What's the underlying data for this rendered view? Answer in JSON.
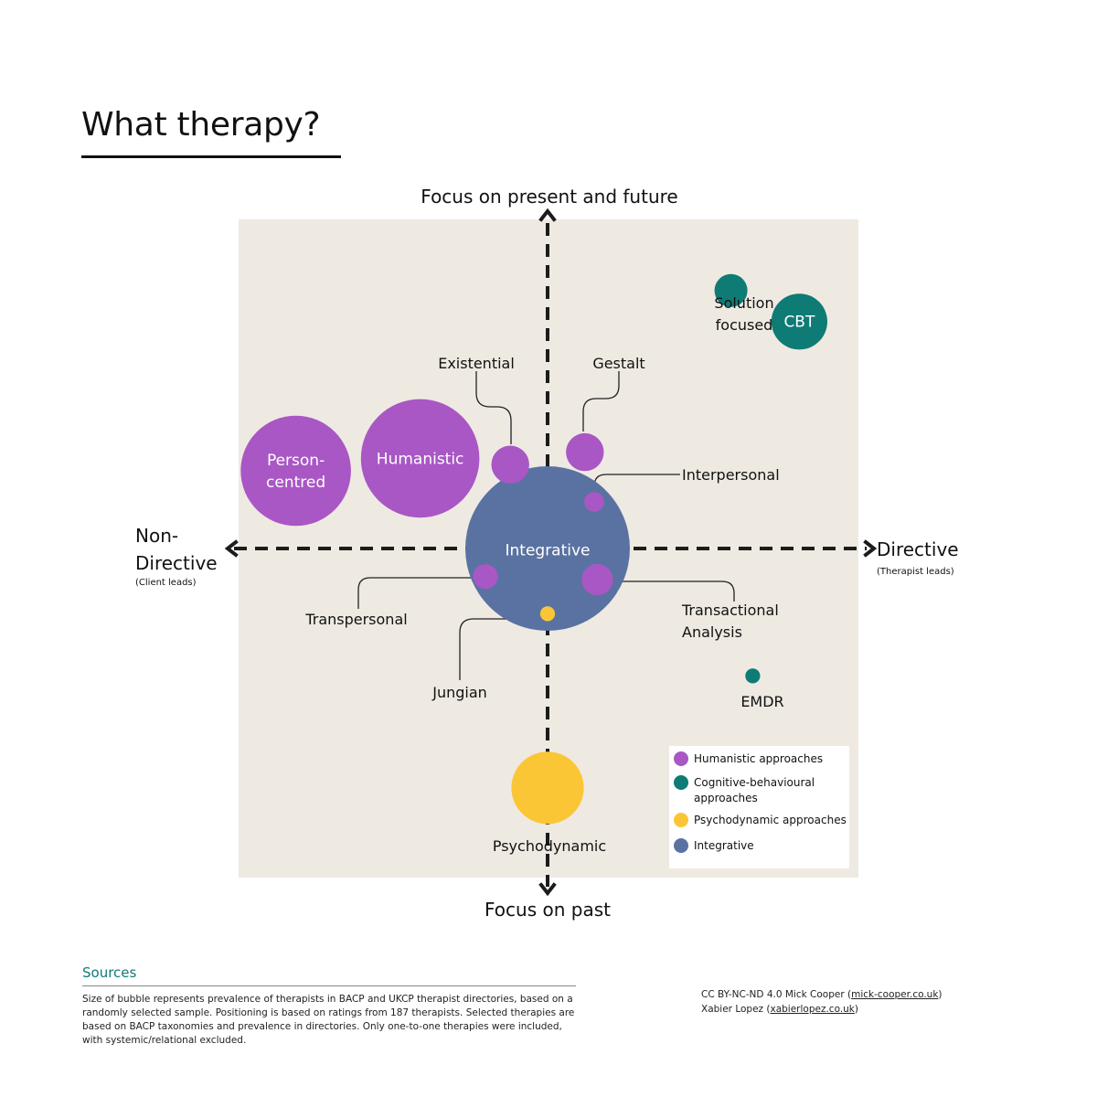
{
  "title": "What therapy?",
  "colors": {
    "background": "#eeeae2",
    "humanistic": "#a957c5",
    "cognitive_behavioural": "#0e7b75",
    "psychodynamic": "#fbc636",
    "integrative": "#5a72a2",
    "axis": "#1c1c1c",
    "sources_accent": "#0f7b75"
  },
  "axes": {
    "top": "Focus on present and future",
    "bottom": "Focus on past",
    "left": "Non-\nDirective",
    "left_sub": "(Client leads)",
    "right": "Directive",
    "right_sub": "(Therapist leads)"
  },
  "chart_data": {
    "type": "scatter",
    "title": "What therapy?",
    "xlabel": "Non-Directive (Client leads) ↔ Directive (Therapist leads)",
    "ylabel": "Focus on past ↔ Focus on present and future",
    "xlim": [
      -1,
      1
    ],
    "ylim": [
      -1,
      1
    ],
    "grid": false,
    "legend_position": "bottom-right",
    "points": [
      {
        "name": "Integrative",
        "group": "Integrative",
        "x": 0.0,
        "y": 0.0,
        "size": 1.0
      },
      {
        "name": "Humanistic",
        "group": "Humanistic approaches",
        "x": -0.41,
        "y": 0.29,
        "size": 0.72
      },
      {
        "name": "Person-centred",
        "group": "Humanistic approaches",
        "x": -0.81,
        "y": 0.25,
        "size": 0.67
      },
      {
        "name": "Existential",
        "group": "Humanistic approaches",
        "x": -0.12,
        "y": 0.27,
        "size": 0.23
      },
      {
        "name": "Gestalt",
        "group": "Humanistic approaches",
        "x": 0.12,
        "y": 0.31,
        "size": 0.23
      },
      {
        "name": "Interpersonal",
        "group": "Humanistic approaches",
        "x": 0.15,
        "y": 0.15,
        "size": 0.12
      },
      {
        "name": "Transpersonal",
        "group": "Humanistic approaches",
        "x": -0.2,
        "y": -0.09,
        "size": 0.15
      },
      {
        "name": "Transactional Analysis",
        "group": "Humanistic approaches",
        "x": 0.16,
        "y": -0.1,
        "size": 0.19
      },
      {
        "name": "Jungian",
        "group": "Psychodynamic approaches",
        "x": 0.0,
        "y": -0.21,
        "size": 0.09
      },
      {
        "name": "Psychodynamic",
        "group": "Psychodynamic approaches",
        "x": 0.0,
        "y": -0.77,
        "size": 0.44
      },
      {
        "name": "CBT",
        "group": "Cognitive-behavioural approaches",
        "x": 0.81,
        "y": 0.73,
        "size": 0.34
      },
      {
        "name": "Solution focused",
        "group": "Cognitive-behavioural approaches",
        "x": 0.59,
        "y": 0.83,
        "size": 0.2
      },
      {
        "name": "EMDR",
        "group": "Cognitive-behavioural approaches",
        "x": 0.66,
        "y": -0.41,
        "size": 0.09
      }
    ],
    "legend": [
      {
        "label": "Humanistic approaches",
        "color": "#a957c5"
      },
      {
        "label": "Cognitive-behavioural approaches",
        "color": "#0e7b75"
      },
      {
        "label": "Psychodynamic approaches",
        "color": "#fbc636"
      },
      {
        "label": "Integrative",
        "color": "#5a72a2"
      }
    ]
  },
  "sources": {
    "title": "Sources",
    "text": "Size of bubble represents prevalence of therapists in BACP and UKCP therapist directories, based on a randomly selected sample. Positioning is based on ratings from 187 therapists. Selected therapies are based on BACP taxonomies and prevalence in directories. Only one-to-one therapies were included, with systemic/relational excluded."
  },
  "credits": {
    "line1_prefix": "CC BY-NC-ND 4.0 Mick Cooper (",
    "line1_link": "mick-cooper.co.uk",
    "line1_suffix": ")",
    "line2_prefix": "Xabier Lopez (",
    "line2_link": "xabierlopez.co.uk",
    "line2_suffix": ")"
  }
}
